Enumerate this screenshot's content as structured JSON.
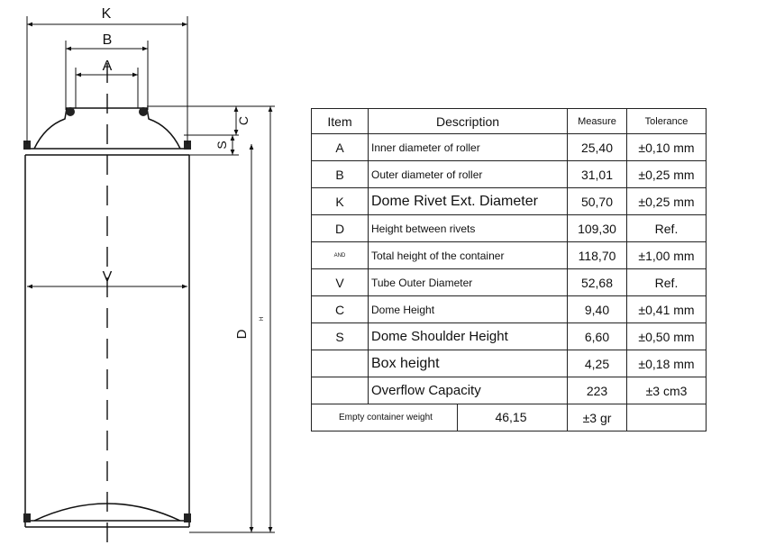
{
  "drawing": {
    "labels": {
      "k": "K",
      "b": "B",
      "a": "A",
      "c": "C",
      "s": "S",
      "v": "V",
      "d": "D",
      "h": "H"
    }
  },
  "table": {
    "headers": {
      "item": "Item",
      "description": "Description",
      "measure": "Measure",
      "tolerance": "Tolerance"
    },
    "rows": [
      {
        "item": "A",
        "description": "Inner diameter of roller",
        "measure": "25,40",
        "tolerance": "±0,10 mm"
      },
      {
        "item": "B",
        "description": "Outer diameter of roller",
        "measure": "31,01",
        "tolerance": "±0,25 mm"
      },
      {
        "item": "K",
        "description": "Dome Rivet Ext. Diameter",
        "measure": "50,70",
        "tolerance": "±0,25 mm"
      },
      {
        "item": "D",
        "description": "Height between rivets",
        "measure": "109,30",
        "tolerance": "Ref."
      },
      {
        "item": "AND",
        "description": "Total height of the container",
        "measure": "118,70",
        "tolerance": "±1,00 mm"
      },
      {
        "item": "V",
        "description": "Tube Outer Diameter",
        "measure": "52,68",
        "tolerance": "Ref."
      },
      {
        "item": "C",
        "description": "Dome Height",
        "measure": "9,40",
        "tolerance": "±0,41 mm"
      },
      {
        "item": "S",
        "description": "Dome Shoulder Height",
        "measure": "6,60",
        "tolerance": "±0,50 mm"
      },
      {
        "item": "",
        "description": "Box height",
        "measure": "4,25",
        "tolerance": "±0,18 mm"
      },
      {
        "item": "",
        "description": "Overflow Capacity",
        "measure": "223",
        "tolerance": "±3 cm3"
      }
    ],
    "weight": {
      "label": "Empty container weight",
      "value": "46,15",
      "tolerance": "±3 gr"
    }
  }
}
